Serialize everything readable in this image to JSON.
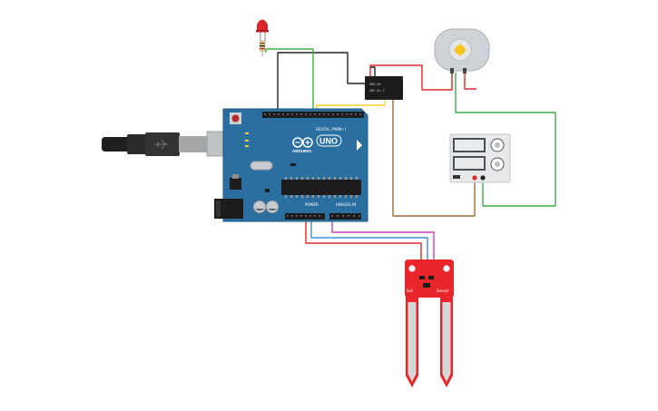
{
  "arduino": {
    "digital_header_label": "DIGITAL (PWM~)",
    "analog_header_label": "ANALOG IN",
    "power_header_label": "POWER",
    "model_label": "UNO",
    "brand_label": "ARDUINO"
  },
  "relay": {
    "label_top": "SRD-05",
    "label_bottom": "VDC-SL-C"
  },
  "sensor": {
    "label_left": "Soil",
    "label_right": "Sensor"
  },
  "colors": {
    "board": "#2b6fa0",
    "board_edge": "#1d5a86",
    "sensor": "#e8262b",
    "wire_black": "#222222",
    "wire_red": "#d92b2b",
    "wire_green": "#3fae49",
    "wire_yellow": "#f5d22b",
    "wire_brown": "#9a6a3c",
    "wire_blue": "#3a8fd6",
    "wire_magenta": "#d63fbf",
    "wire_cyan": "#3fb7c9",
    "led": "#d8262b",
    "motor_yellow": "#f4c51c"
  },
  "icons": [
    "usb-cable-icon",
    "led-icon",
    "resistor-icon",
    "dc-motor-icon",
    "relay-icon",
    "power-supply-icon",
    "soil-sensor-icon"
  ]
}
